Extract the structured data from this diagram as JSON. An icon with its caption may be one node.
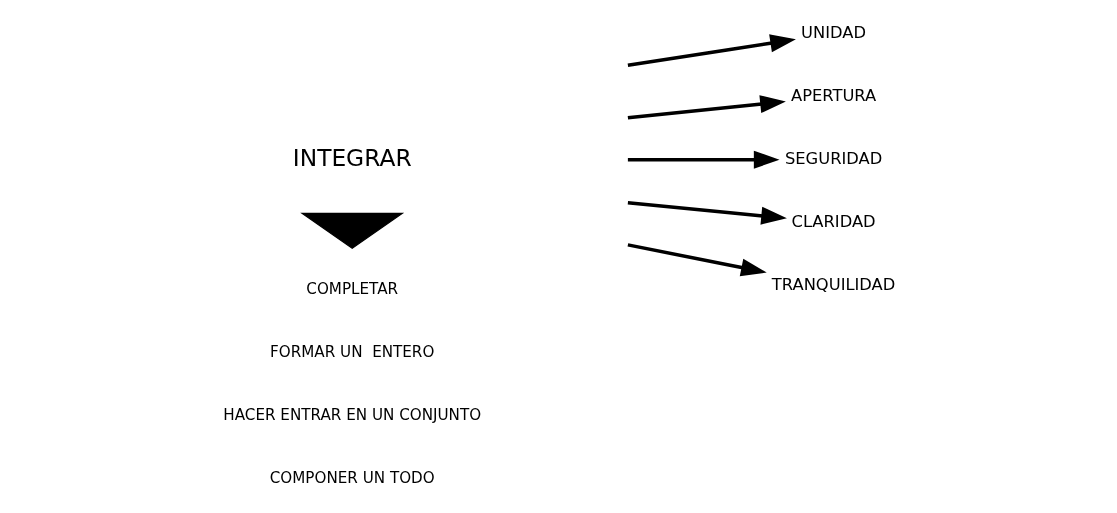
{
  "diagram": {
    "nodes": [
      {
        "text": [
          "INTEGRAR"
        ]
      },
      {
        "text": [],
        "shape": "triangle"
      },
      {
        "text": [
          "UNIDAD"
        ]
      },
      {
        "text": [
          "APERTURA"
        ]
      },
      {
        "text": [
          "SEGURIDAD"
        ]
      },
      {
        "text": [
          "CLARIDAD"
        ]
      },
      {
        "text": [
          "TRANQUILIDAD"
        ]
      }
    ],
    "edges": [
      {
        "from": null,
        "to": 2,
        "arrow": "to"
      },
      {
        "from": null,
        "to": 3,
        "arrow": "to"
      },
      {
        "from": null,
        "to": 4,
        "arrow": "to"
      },
      {
        "from": null,
        "to": 5,
        "arrow": "to"
      },
      {
        "from": null,
        "to": 6,
        "arrow": "to"
      }
    ],
    "labels": [
      "COMPLETAR",
      "FORMAR UN  ENTERO",
      "HACER ENTRAR EN UN CONJUNTO",
      "COMPONER UN TODO"
    ]
  }
}
